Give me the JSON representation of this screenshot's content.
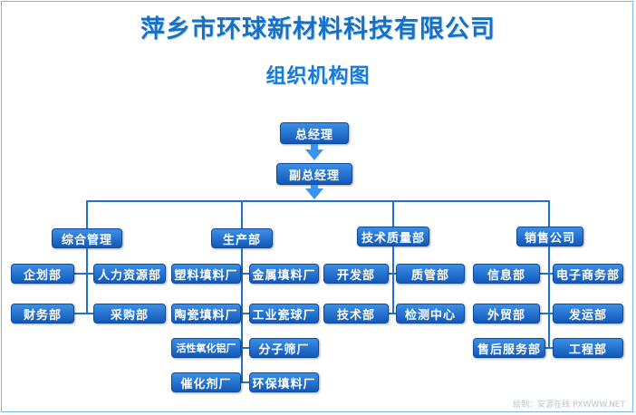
{
  "title": "萍乡市环球新材料科技有限公司",
  "subtitle": "组织机构图",
  "top": {
    "gm": "总经理",
    "dgm": "副总经理"
  },
  "departments": [
    {
      "name": "综合管理",
      "units": [
        "企划部",
        "人力资源部",
        "财务部",
        "采购部"
      ]
    },
    {
      "name": "生产部",
      "units": [
        "塑料填料厂",
        "金属填料厂",
        "陶瓷填料厂",
        "工业瓷球厂",
        "活性氧化铝厂",
        "分子筛厂",
        "催化剂厂",
        "环保填料厂"
      ]
    },
    {
      "name": "技术质量部",
      "units": [
        "开发部",
        "质管部",
        "技术部",
        "检测中心"
      ]
    },
    {
      "name": "销售公司",
      "units": [
        "信息部",
        "电子商务部",
        "外贸部",
        "发运部",
        "售后服务部",
        "工程部"
      ]
    }
  ],
  "watermark": "绘制：安源在线 PXWWW.NET",
  "colors": {
    "box_top": "#3c8fe6",
    "box_bottom": "#1258b8",
    "line": "#1f72cc",
    "title": "#1570c8"
  }
}
